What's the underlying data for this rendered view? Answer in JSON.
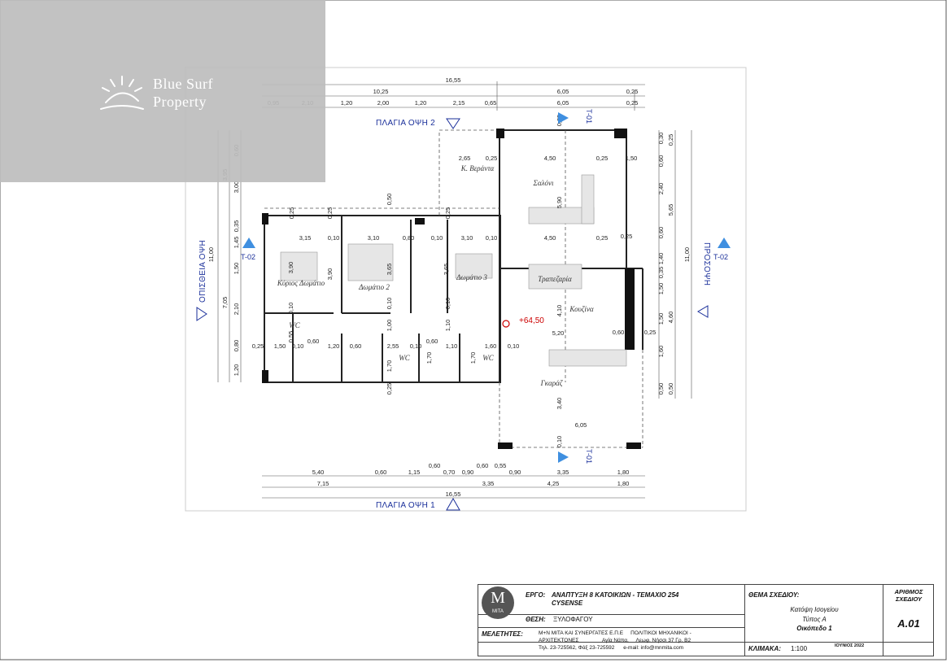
{
  "brand": {
    "name_line1": "Blue Surf",
    "name_line2": "Property"
  },
  "elevations": {
    "side2": "ΠΛΑΓΙΑ ΟΨΗ 2",
    "side1": "ΠΛΑΓΙΑ ΟΨΗ 1",
    "rear": "ΟΠΙΣΘΕΙΑ ΟΨΗ",
    "front": "ΠΡΟΣΟΨΗ"
  },
  "sections": {
    "t01": "T-01",
    "t02": "T-02"
  },
  "rooms": {
    "veranda": "Κ. Βεράντα",
    "living": "Σαλόνι",
    "master": "Κύριος Δωμάτιο",
    "room2": "Δωμάτιο 2",
    "room3": "Δωμάτιο 3",
    "dining": "Τραπεζαρία",
    "kitchen": "Κουζίνα",
    "wc": "WC",
    "garage": "Γκαράζ"
  },
  "level": "+64,50",
  "dims": {
    "top_total": "16,55",
    "top_a": "10,25",
    "top_b": "6,05",
    "top_c": "0,25",
    "top_d": "0,25",
    "top_row": [
      "0,95",
      "2,10",
      "1,20",
      "2,00",
      "1,20",
      "2,15",
      "0,65",
      "6,05",
      "0,25"
    ],
    "bottom_row": [
      "5,40",
      "0,60",
      "1,15",
      "0,70",
      "0,90",
      "0,90",
      "3,35",
      "1,80"
    ],
    "bottom_mid": [
      "0,60",
      "0,60",
      "0,55"
    ],
    "bottom_row2": [
      "7,15",
      "3,35",
      "4,25",
      "1,80"
    ],
    "bottom_total": "16,55",
    "left_total": "11,00",
    "left_a": [
      "3,95",
      "7,05"
    ],
    "left_b": [
      "0,60",
      "3,00",
      "0,35",
      "1,45",
      "1,50",
      "2,10",
      "0,80",
      "1,20"
    ],
    "right_total": "11,00",
    "right_a": [
      "0,25",
      "5,65",
      "4,60",
      "0,50"
    ],
    "right_b": [
      "0,30",
      "0,60",
      "2,40",
      "0,60",
      "1,40",
      "0,35",
      "1,50",
      "1,50",
      "1,60",
      "0,50"
    ],
    "inner": [
      "2,65",
      "0,25",
      "4,50",
      "0,25",
      "1,50",
      "0,25",
      "3,15",
      "0,10",
      "3,10",
      "0,80",
      "0,10",
      "3,10",
      "0,10",
      "4,50",
      "0,25",
      "3,90",
      "3,90",
      "3,65",
      "3,65",
      "5,90",
      "4,10",
      "5,20",
      "0,60",
      "0,25",
      "1,50",
      "0,10",
      "1,20",
      "0,60",
      "2,55",
      "0,10",
      "1,10",
      "1,60",
      "0,10",
      "0,60",
      "0,60",
      "0,25",
      "0,25",
      "0,25",
      "0,25",
      "3,40",
      "6,05",
      "0,10",
      "0,25",
      "0,55",
      "1,00",
      "1,10",
      "1,70",
      "1,70",
      "1,70",
      "0,50",
      "0,25",
      "0,10",
      "0,10",
      "0,10"
    ]
  },
  "title_block": {
    "project_label": "ΕΡΓΟ:",
    "project_value": "ΑΝΑΠΤΥΞΗ 8 ΚΑΤΟΙΚΙΩΝ - ΤΕΜΑΧΙΟ 254",
    "project_value2": "CYSENSE",
    "location_label": "ΘΕΣΗ:",
    "location_value": "ΞΥΛΟΦΑΓΟΥ",
    "designers_label": "ΜΕΛΕΤΗΤΕΣ:",
    "designers_line1": "Μ+Ν ΜΙΤΑ ΚΑΙ ΣΥΝΕΡΓΑΤΕΣ Ε.Π.Ε     ΠΟΛΙΤΙΚΟΙ ΜΗΧΑΝΙΚΟΙ -",
    "designers_line2": "ΑΡΧΙΤΕΚΤΟΝΕΣ                Αγία Νάπα,     Λεωφ. Νήσσι 37 Γρ. Β2",
    "designers_line3": "Τηλ. 23-725562, Φάξ 23-725592      e-mail: info@mnmita.com",
    "logo_mark": "M",
    "logo_sub": "MITA",
    "subject_label": "ΘΕΜΑ ΣΧΕΔΙΟΥ:",
    "subject_line1": "Κατόψη Ισογείου",
    "subject_line2": "Τύπος Α",
    "subject_line3": "Οικόπεδο 1",
    "drawing_no_label": "ΑΡΙΘΜΟΣ ΣΧΕΔΙΟΥ",
    "drawing_no": "Α.01",
    "scale_label": "ΚΛΙΜΑΚΑ:",
    "scale_value": "1:100",
    "date_value": "ΙΟΥΝΙΟΣ 2022"
  }
}
